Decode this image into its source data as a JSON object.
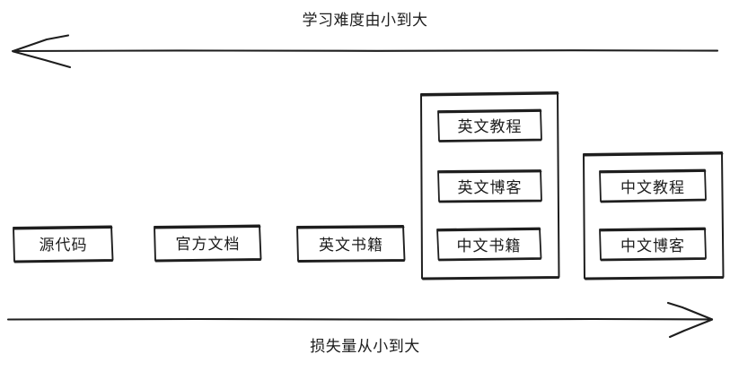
{
  "diagram": {
    "top_axis": {
      "label": "学习难度由小到大",
      "direction": "left"
    },
    "bottom_axis": {
      "label": "损失量从小到大",
      "direction": "right"
    },
    "colors": {
      "stroke": "#1e1e1e",
      "text": "#1c1c1c",
      "background": "#ffffff"
    },
    "nodes": [
      {
        "label": "源代码"
      },
      {
        "label": "官方文档"
      },
      {
        "label": "英文书籍"
      }
    ],
    "groups": [
      {
        "name": "group-english-mixed",
        "items": [
          {
            "label": "英文教程"
          },
          {
            "label": "英文博客"
          },
          {
            "label": "中文书籍"
          }
        ]
      },
      {
        "name": "group-chinese",
        "items": [
          {
            "label": "中文教程"
          },
          {
            "label": "中文博客"
          }
        ]
      }
    ]
  }
}
